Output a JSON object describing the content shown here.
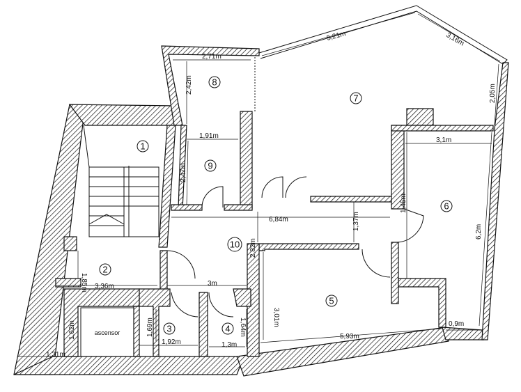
{
  "rooms": [
    "1",
    "2",
    "3",
    "4",
    "5",
    "6",
    "7",
    "8",
    "9",
    "10"
  ],
  "elevator_label": "ascensor",
  "dimensions": {
    "d_271": "2,71m",
    "d_521": "5,21m",
    "d_316": "3,16m",
    "d_205": "2,05m",
    "d_242": "2,42m",
    "d_191": "1,91m",
    "d_247": "2,47m",
    "d_31": "3,1m",
    "d_145": "1,45m",
    "d_62": "6,2m",
    "d_684": "6,84m",
    "d_137": "1,37m",
    "d_282": "2,82m",
    "d_185": "1,85m",
    "d_336": "3,36m",
    "d_3": "3m",
    "d_301": "3,01m",
    "d_162": "1,62m",
    "d_169": "1,69m",
    "d_192": "1,92m",
    "d_164": "1,64m",
    "d_13": "1,3m",
    "d_593": "5,93m",
    "d_09": "0,9m",
    "d_131": "1,31m"
  }
}
